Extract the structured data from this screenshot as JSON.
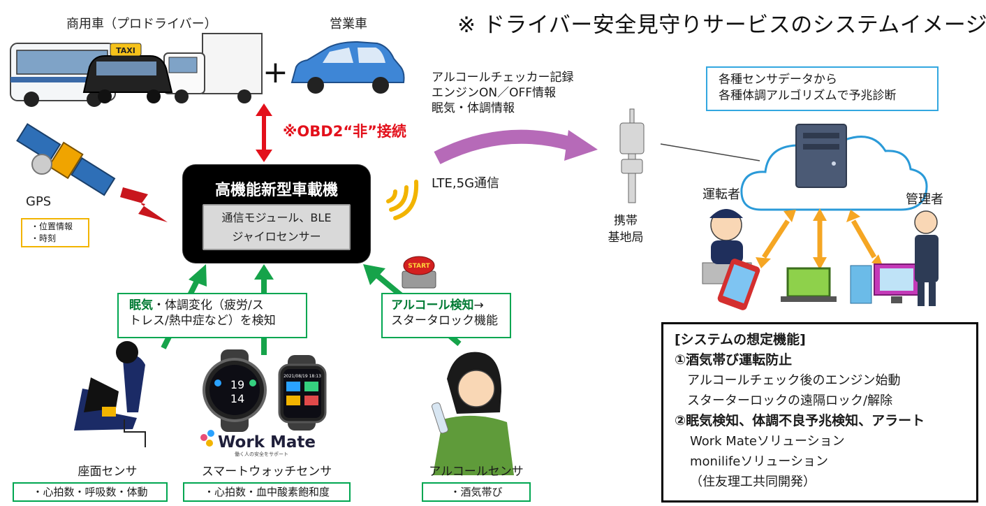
{
  "title": "※ ドライバー安全見守りサービスのシステムイメージ",
  "vehicles": {
    "commercial_label": "商用車（プロドライバー）",
    "sales_label": "営業車",
    "plus": "+",
    "taxi_sign": "TAXI"
  },
  "obd_note": "※OBD2“非”接続",
  "device": {
    "title": "高機能新型車載機",
    "inner_line1": "通信モジュール、BLE",
    "inner_line2": "ジャイロセンサー"
  },
  "gps": {
    "label": "GPS",
    "items": [
      "・位置情報",
      "・時刻"
    ]
  },
  "comm": {
    "lines": [
      "アルコールチェッカー記録",
      "エンジンON／OFF情報",
      "眠気・体調情報"
    ],
    "network": "LTE,5G通信"
  },
  "station": {
    "line1": "携帯",
    "line2": "基地局"
  },
  "cloud": {
    "line1": "各種センサデータから",
    "line2": "各種体調アルゴリズムで予兆診断"
  },
  "driver_label": "運転者",
  "admin_label": "管理者",
  "drowsy_box": {
    "strong": "眠気",
    "rest1": "・体調変化（疲労/ス",
    "line2": "トレス/熱中症など）を検知"
  },
  "alcohol_box": {
    "strong": "アルコール検知",
    "rest1": "→",
    "line2": "スタータロック機能"
  },
  "start_button": "START",
  "workmate": {
    "brand": "Work Mate",
    "tagline": "働く人の安全をサポート"
  },
  "watch": {
    "left_top": "19",
    "left_bottom": "14",
    "right_date": "2021/08/19 18:13"
  },
  "sensors": [
    {
      "label": "座面センサ",
      "detail": "・心拍数・呼吸数・体動"
    },
    {
      "label": "スマートウォッチセンサ",
      "detail": "・心拍数・血中酸素飽和度"
    },
    {
      "label": "アルコールセンサ",
      "detail": "・酒気帯び"
    }
  ],
  "features": {
    "heading": "[システムの想定機能]",
    "section1": "①酒気帯び運転防止",
    "s1_items": [
      "アルコールチェック後のエンジン始動",
      "スターターロックの遠隔ロック/解除"
    ],
    "section2": "②眠気検知、体調不良予兆検知、アラート",
    "s2_items": [
      "Work Mateソリューション",
      "monilifeソリューション",
      "（住友理工共同開発）"
    ]
  },
  "colors": {
    "obd_red": "#e3101b",
    "arrow_green": "#16a34a",
    "arrow_orange": "#f5a623",
    "arrow_purple": "#b66ab8",
    "gps_yellow": "#f2b400",
    "cloud_blue": "#33a7e0"
  }
}
